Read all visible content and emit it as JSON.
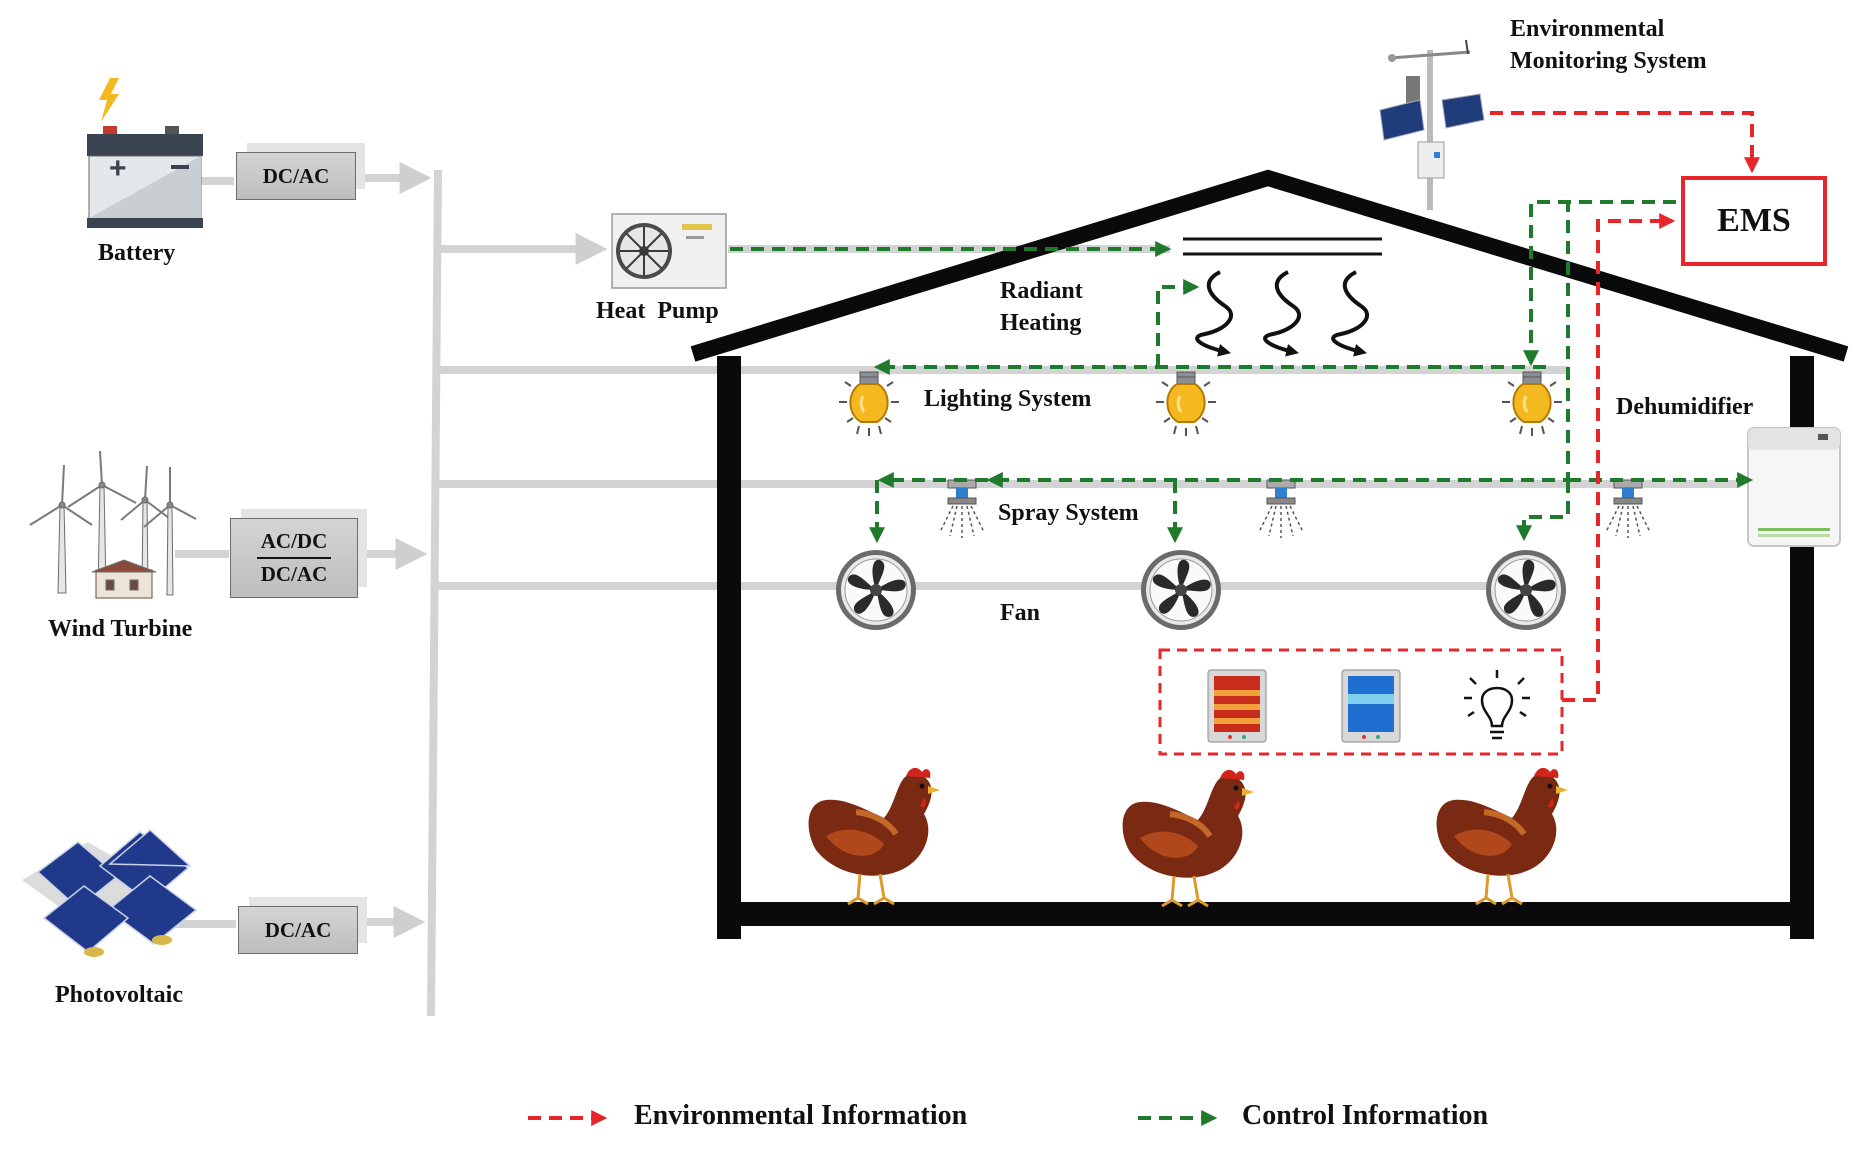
{
  "colors": {
    "environmental": "#e8262a",
    "control": "#1f7a2c",
    "power_line": "#d3d3d3",
    "house": "#0a0a0a"
  },
  "sources": {
    "battery": "Battery",
    "wind": "Wind Turbine",
    "pv": "Photovoltaic"
  },
  "converters": {
    "battery_dcac": "DC/AC",
    "wind_acdc": "AC/DC",
    "wind_dcac": "DC/AC",
    "pv_dcac": "DC/AC"
  },
  "devices": {
    "heat_pump": "Heat  Pump",
    "radiant_heating_1": "Radiant",
    "radiant_heating_2": "Heating",
    "lighting": "Lighting System",
    "spray": "Spray System",
    "fan": "Fan",
    "dehumidifier": "Dehumidifier"
  },
  "monitoring": {
    "line1": "Environmental",
    "line2": "Monitoring System"
  },
  "ems": "EMS",
  "legend": {
    "environmental": "Environmental Information",
    "control": "Control Information"
  },
  "icons": [
    "battery-icon",
    "wind-turbine-icon",
    "solar-panel-icon",
    "heat-pump-icon",
    "radiant-heater-icon",
    "light-bulb-icon",
    "sprinkler-icon",
    "fan-icon",
    "dehumidifier-icon",
    "weather-station-icon",
    "thermal-sensor-icon",
    "humidity-sensor-icon",
    "light-sensor-icon",
    "chicken-icon"
  ]
}
